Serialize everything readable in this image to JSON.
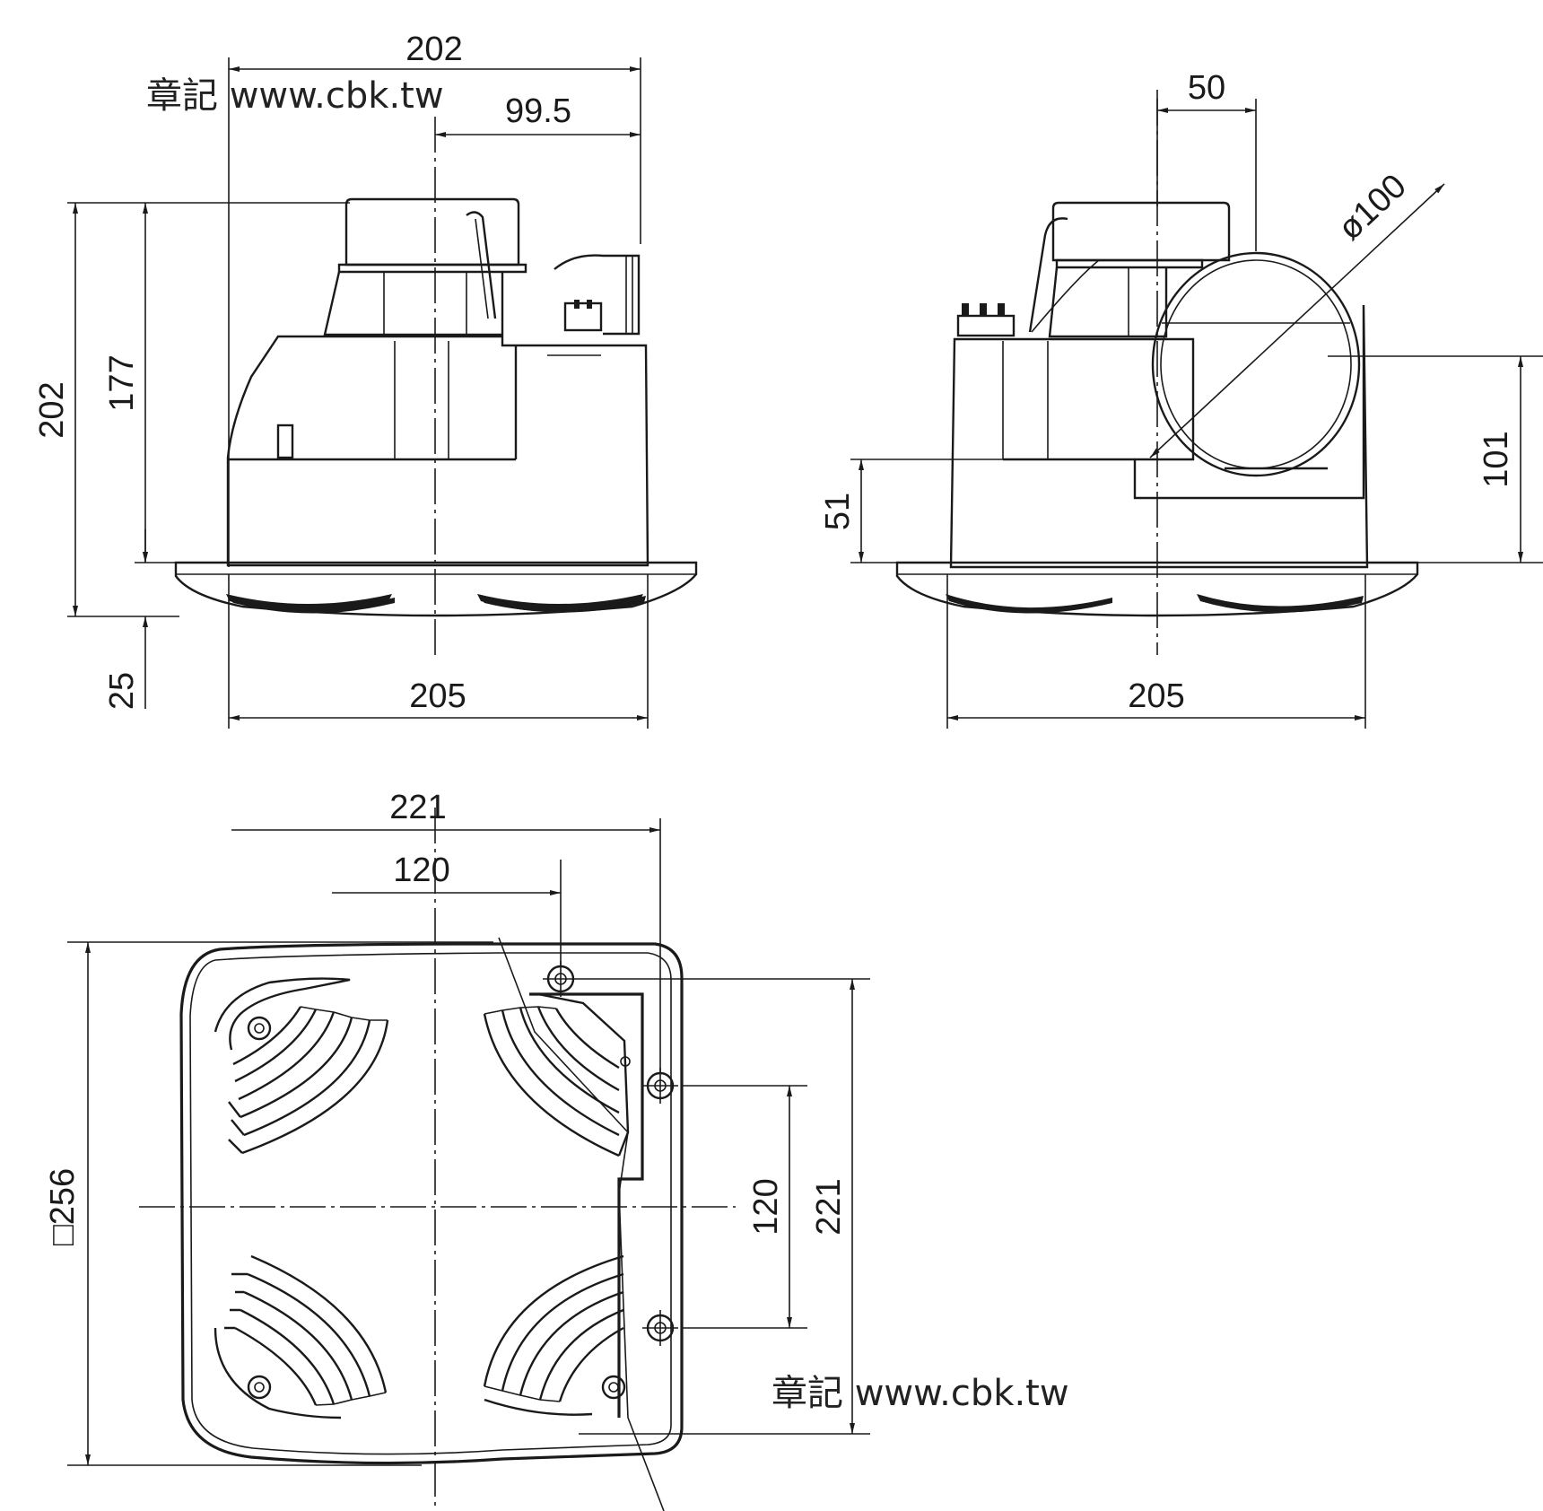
{
  "watermark": "章記 www.cbk.tw",
  "front_view": {
    "width_total": "202",
    "offset_center": "99.5",
    "height_total": "202",
    "height_body": "177",
    "grille_height": "25",
    "panel_width": "205"
  },
  "side_view": {
    "duct_offset": "50",
    "duct_diameter": "ø100",
    "duct_center_height": "101",
    "duct_bottom_height": "51",
    "panel_width": "205"
  },
  "bottom_view": {
    "mount_width": "221",
    "mount_offset": "120",
    "panel_square": "□256",
    "mount_pitch": "120",
    "mount_height": "221"
  }
}
